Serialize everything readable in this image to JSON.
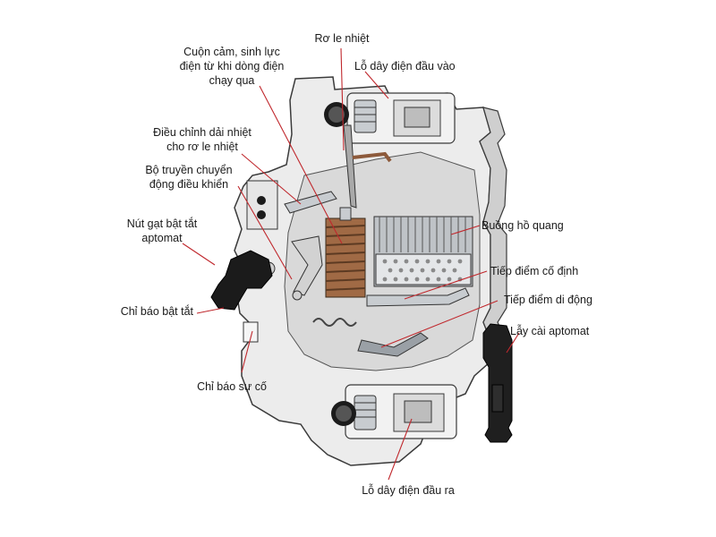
{
  "labels": {
    "thermal_relay": "Rơ le nhiệt",
    "coil": "Cuộn cảm, sinh lực\nđiện từ khi dòng điện\nchạy qua",
    "input_terminal": "Lỗ dây điện đầu vào",
    "thermal_adjust": "Điều chỉnh dải nhiệt\ncho rơ le nhiệt",
    "motion_transmitter": "Bộ truyền chuyển\nđộng điều khiển",
    "toggle_lever": "Nút gạt bật tắt\naptomat",
    "arc_chamber": "Buồng hồ quang",
    "fixed_contact": "Tiếp điểm cố định",
    "moving_contact": "Tiếp điểm di động",
    "on_off_indicator": "Chỉ báo bật tắt",
    "din_latch": "Lẫy cài aptomat",
    "fault_indicator": "Chỉ báo sự cố",
    "output_terminal": "Lỗ dây điện đầu ra"
  },
  "colors": {
    "leader": "#c0282d",
    "text": "#1a1a1a",
    "body_light": "#e9e9e9",
    "body_shadow": "#b9b9b9",
    "outline": "#3a3a3a",
    "coil": "#8d5a3b",
    "metal": "#c8ccd0",
    "black_part": "#1b1b1b"
  }
}
